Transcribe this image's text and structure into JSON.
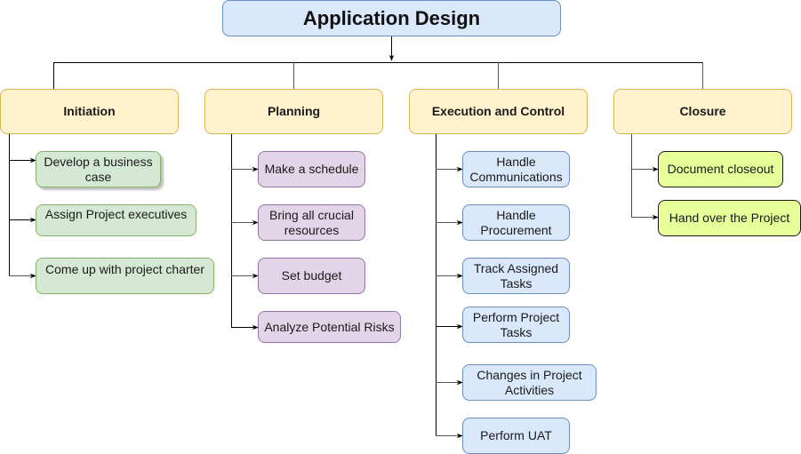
{
  "title": "Application Design",
  "colors": {
    "root_fill": "#dae8fc",
    "phase_fill": "#fff2cc",
    "initiation_task_fill": "#d5e8d4",
    "planning_task_fill": "#e1d5e7",
    "execution_task_fill": "#dae8fc",
    "closure_task_fill": "#e6ff99"
  },
  "phases": [
    {
      "label": "Initiation",
      "tasks": [
        "Develop a business case",
        "Assign Project executives",
        "Come up with project charter"
      ]
    },
    {
      "label": "Planning",
      "tasks": [
        "Make a schedule",
        "Bring all crucial resources",
        "Set budget",
        "Analyze Potential Risks"
      ]
    },
    {
      "label": "Execution and Control",
      "tasks": [
        "Handle Communications",
        "Handle Procurement",
        "Track Assigned Tasks",
        "Perform Project Tasks",
        "Changes in Project Activities",
        "Perform UAT"
      ]
    },
    {
      "label": "Closure",
      "tasks": [
        "Document closeout",
        "Hand over the Project"
      ]
    }
  ]
}
